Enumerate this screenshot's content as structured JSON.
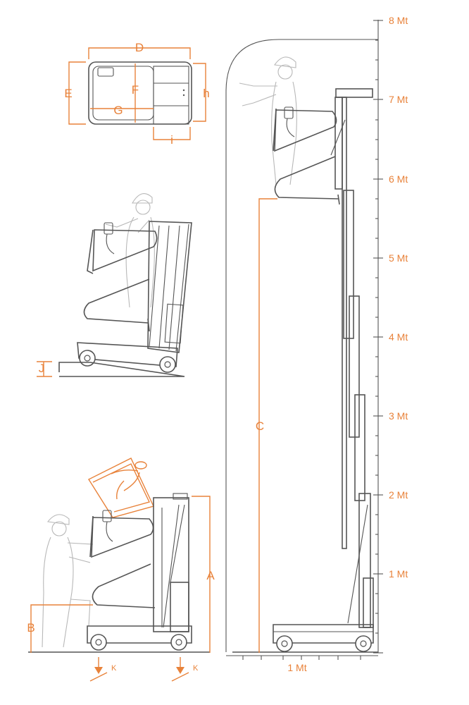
{
  "colors": {
    "accent": "#e8823a",
    "line": "#555555",
    "figure": "#b8b8b8"
  },
  "scale": {
    "ticks": [
      "1 Mt",
      "2 Mt",
      "3 Mt",
      "4 Mt",
      "5 Mt",
      "6 Mt",
      "7 Mt",
      "8 Mt"
    ],
    "bottom_tick": "1 Mt"
  },
  "dimension_labels": {
    "A": "A",
    "B": "B",
    "C": "C",
    "D": "D",
    "E": "E",
    "F": "F",
    "G": "G",
    "h": "h",
    "i": "i",
    "J": "J",
    "K": "K"
  }
}
